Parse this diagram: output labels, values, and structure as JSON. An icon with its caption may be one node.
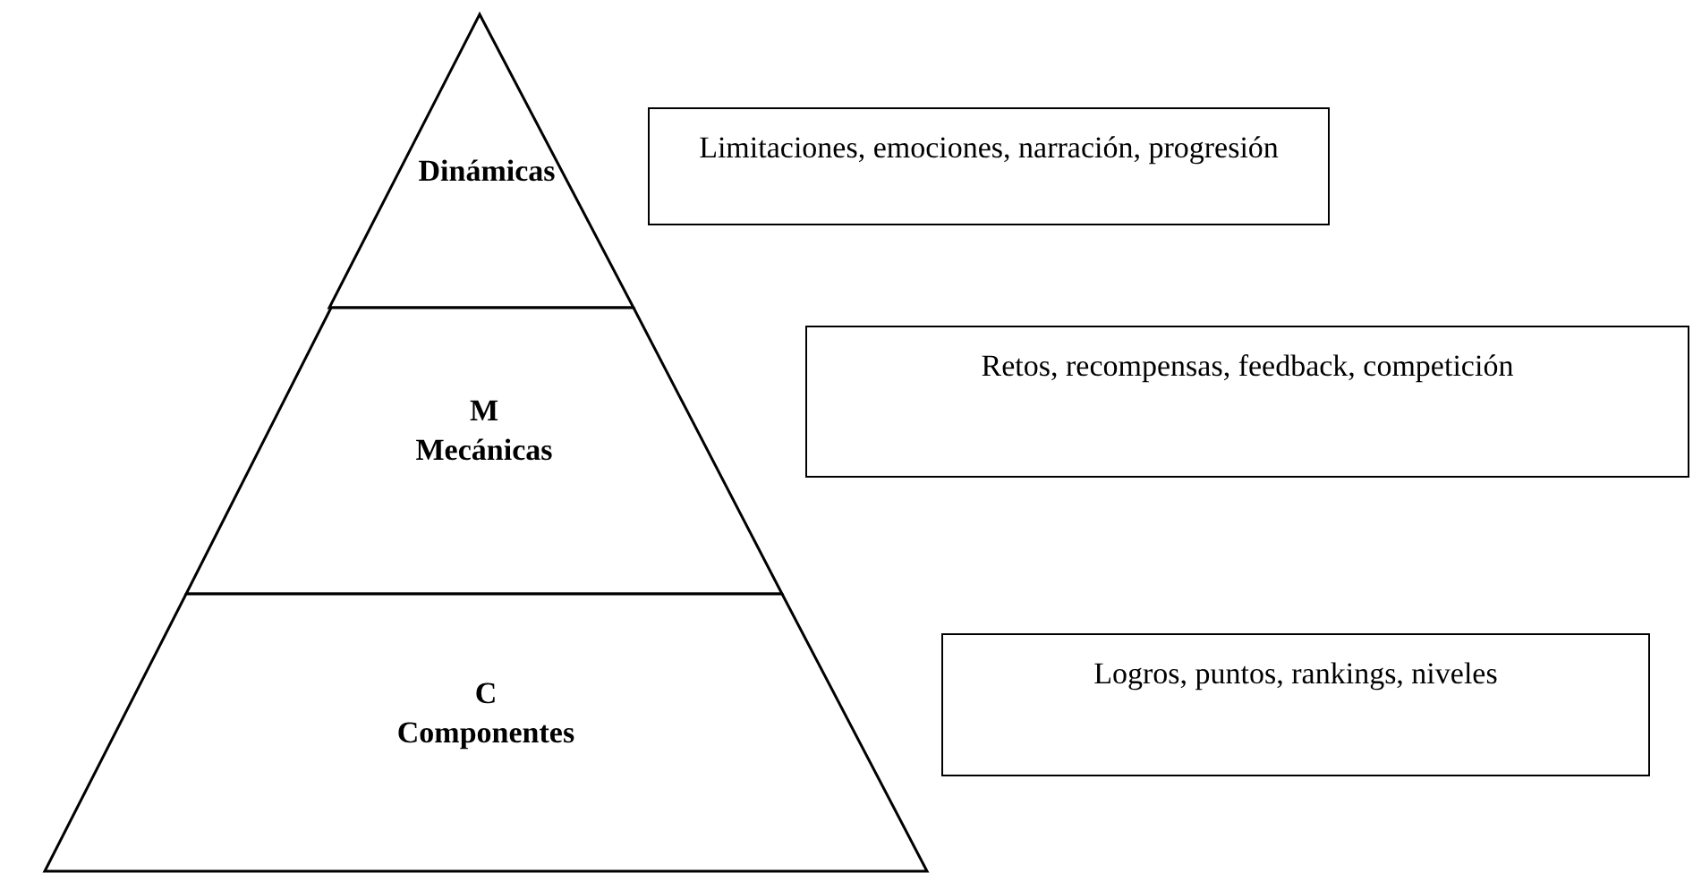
{
  "diagram": {
    "nodes": [
      {
        "text": [
          "Dinámicas"
        ]
      },
      {
        "text": [
          "M",
          "Mecánicas"
        ]
      },
      {
        "text": [
          "C",
          "Componentes"
        ]
      },
      {
        "text": [
          "Limitaciones, emociones, narración, progresión"
        ]
      },
      {
        "text": [
          "Retos, recompensas, feedback, competición"
        ]
      },
      {
        "text": [
          "Logros, puntos, rankings, niveles"
        ]
      }
    ]
  }
}
